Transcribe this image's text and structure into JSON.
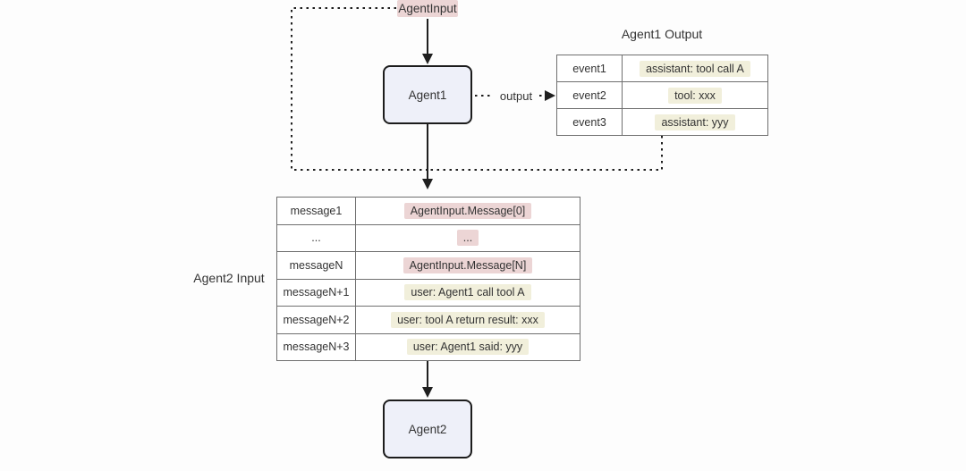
{
  "diagram": {
    "colors": {
      "background": "#fdfdfd",
      "text": "#333333",
      "line": "#1f1f1f",
      "node_fill": "#eef0f9",
      "node_border": "#1c1c1c",
      "table_border": "#6f6f6f",
      "pink_highlight": "#ecd5d5",
      "cream_highlight": "#f1efdb"
    },
    "labels": {
      "agent_input": "AgentInput",
      "output": "output",
      "agent1_output_title": "Agent1 Output",
      "agent2_input_label": "Agent2 Input"
    },
    "nodes": {
      "agent1": "Agent1",
      "agent2": "Agent2"
    },
    "agent1_output_table": {
      "rows": [
        {
          "key": "event1",
          "value": "assistant: tool call A",
          "highlight": "cream"
        },
        {
          "key": "event2",
          "value": "tool: xxx",
          "highlight": "cream"
        },
        {
          "key": "event3",
          "value": "assistant: yyy",
          "highlight": "cream"
        }
      ]
    },
    "agent2_input_table": {
      "rows": [
        {
          "key": "message1",
          "value": "AgentInput.Message[0]",
          "highlight": "pink"
        },
        {
          "key": "...",
          "value": "...",
          "highlight": "pink"
        },
        {
          "key": "messageN",
          "value": "AgentInput.Message[N]",
          "highlight": "pink"
        },
        {
          "key": "messageN+1",
          "value": "user: Agent1 call tool A",
          "highlight": "cream"
        },
        {
          "key": "messageN+2",
          "value": "user: tool A return result: xxx",
          "highlight": "cream"
        },
        {
          "key": "messageN+3",
          "value": "user: Agent1 said: yyy",
          "highlight": "cream"
        }
      ]
    }
  }
}
